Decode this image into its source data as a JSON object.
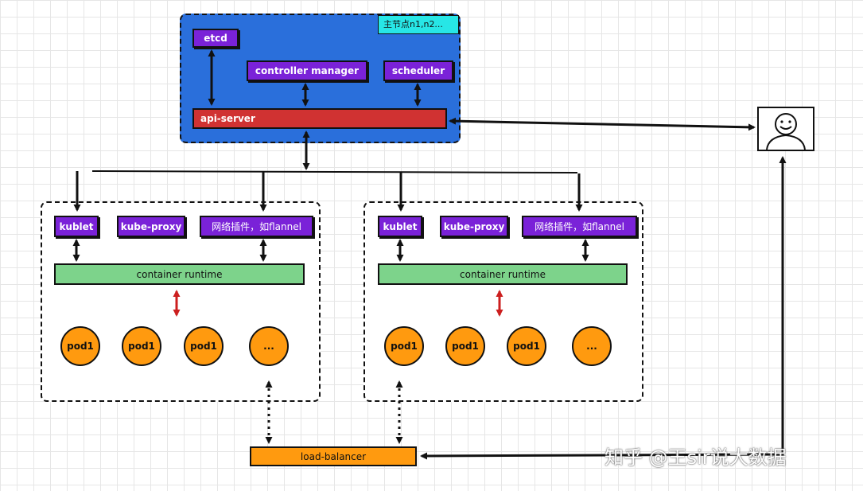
{
  "master": {
    "tag": "主节点n1,n2...",
    "etcd": "etcd",
    "controller_manager": "controller manager",
    "scheduler": "scheduler",
    "api_server": "api-server"
  },
  "nodes": [
    {
      "kublet": "kublet",
      "kube_proxy": "kube-proxy",
      "network_plugin": "网络插件，如flannel",
      "runtime": "container runtime",
      "pods": [
        "pod1",
        "pod1",
        "pod1",
        "..."
      ]
    },
    {
      "kublet": "kublet",
      "kube_proxy": "kube-proxy",
      "network_plugin": "网络插件，如flannel",
      "runtime": "container runtime",
      "pods": [
        "pod1",
        "pod1",
        "pod1",
        "..."
      ]
    }
  ],
  "load_balancer": "load-balancer",
  "watermark": "知乎 @王sir说大数据",
  "colors": {
    "master_bg": "#2a6fdb",
    "component": "#7a22d8",
    "api_server": "#d03232",
    "runtime": "#7dd38b",
    "pod": "#ff9a0f",
    "tag": "#27e6e6",
    "red_arrow": "#cc1f1f"
  },
  "icons": {
    "user": "smiley-user-icon"
  }
}
